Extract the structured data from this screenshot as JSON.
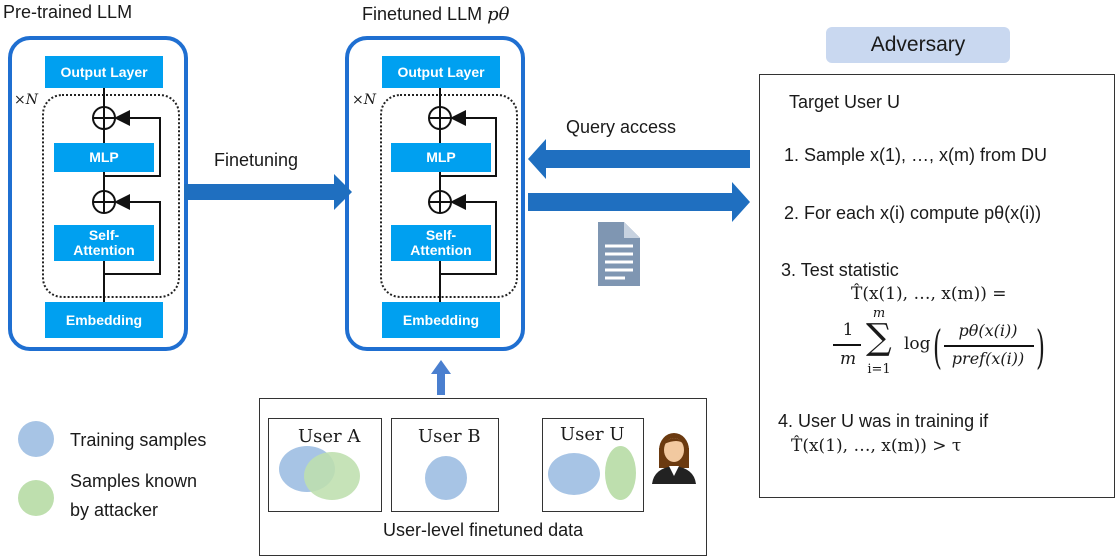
{
  "pretrained": {
    "title": "Pre-trained LLM",
    "output_label": "Output Layer",
    "mlp_label": "MLP",
    "attn_label": "Self-Attention",
    "embed_label": "Embedding",
    "repeat_label": "×N"
  },
  "finetuned": {
    "title_text": "Finetuned LLM",
    "title_symbol": "pθ",
    "output_label": "Output Layer",
    "mlp_label": "MLP",
    "attn_label": "Self-Attention",
    "embed_label": "Embedding",
    "repeat_label": "×N"
  },
  "arrows": {
    "finetuning_label": "Finetuning",
    "query_label": "Query access"
  },
  "adversary": {
    "title": "Adversary",
    "target": "Target User U",
    "step1": "1. Sample x(1), …, x(m) from DU",
    "step2": "2. For each x(i) compute pθ(x(i))",
    "step3": "3. Test statistic",
    "formula_lhs": "T̂(x(1), …, x(m)) =",
    "formula_frac_num": "1",
    "formula_frac_den": "m",
    "sum_top": "m",
    "sum_bottom": "i=1",
    "log": "log",
    "ratio_num": "pθ(x(i))",
    "ratio_den": "pref(x(i))",
    "step4": "4. User U was in training if",
    "step4_formula": "T̂(x(1), …, x(m)) > τ"
  },
  "data": {
    "caption": "User-level finetuned data",
    "users": [
      "User A",
      "User B",
      "User U"
    ]
  },
  "legend": {
    "training": "Training samples",
    "known_line1": "Samples known",
    "known_line2": "by attacker"
  },
  "colors": {
    "block": "#00a0f0",
    "model_border": "#1f6fd1",
    "arrow": "#1f6fc0",
    "training_sample": "#a7c4e5",
    "attacker_sample": "#bedfae",
    "adversary_header": "#c9d8f0"
  }
}
